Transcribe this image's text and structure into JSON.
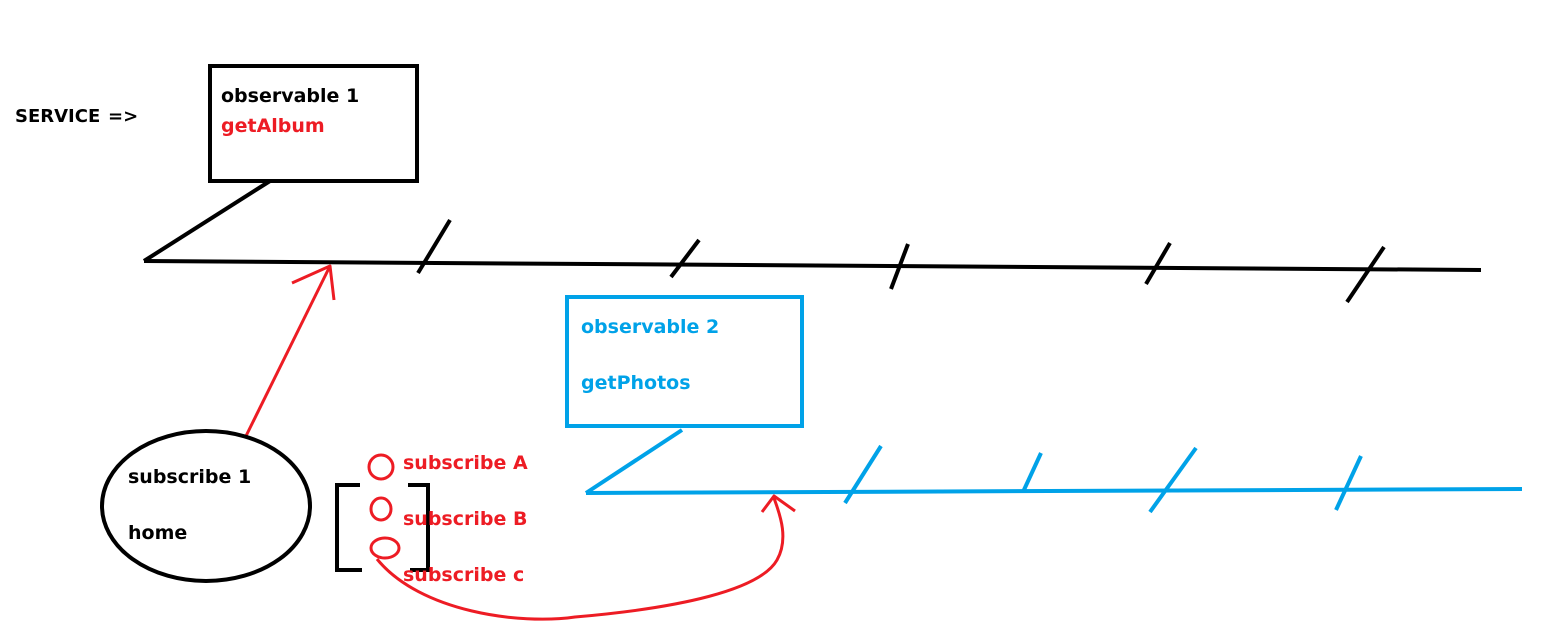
{
  "colors": {
    "black": "#000000",
    "red": "#ed1c24",
    "blue": "#00a2e8"
  },
  "service": {
    "label": "SERVICE",
    "arrow": "=>"
  },
  "observable1": {
    "title": "observable 1",
    "method": "getAlbum"
  },
  "observable2": {
    "title": "observable 2",
    "method": "getPhotos"
  },
  "subscriber1": {
    "title": "subscribe 1",
    "name": "home"
  },
  "subscribers": [
    {
      "label": "subscribe A"
    },
    {
      "label": "subscribe B"
    },
    {
      "label": "subscribe c"
    }
  ]
}
